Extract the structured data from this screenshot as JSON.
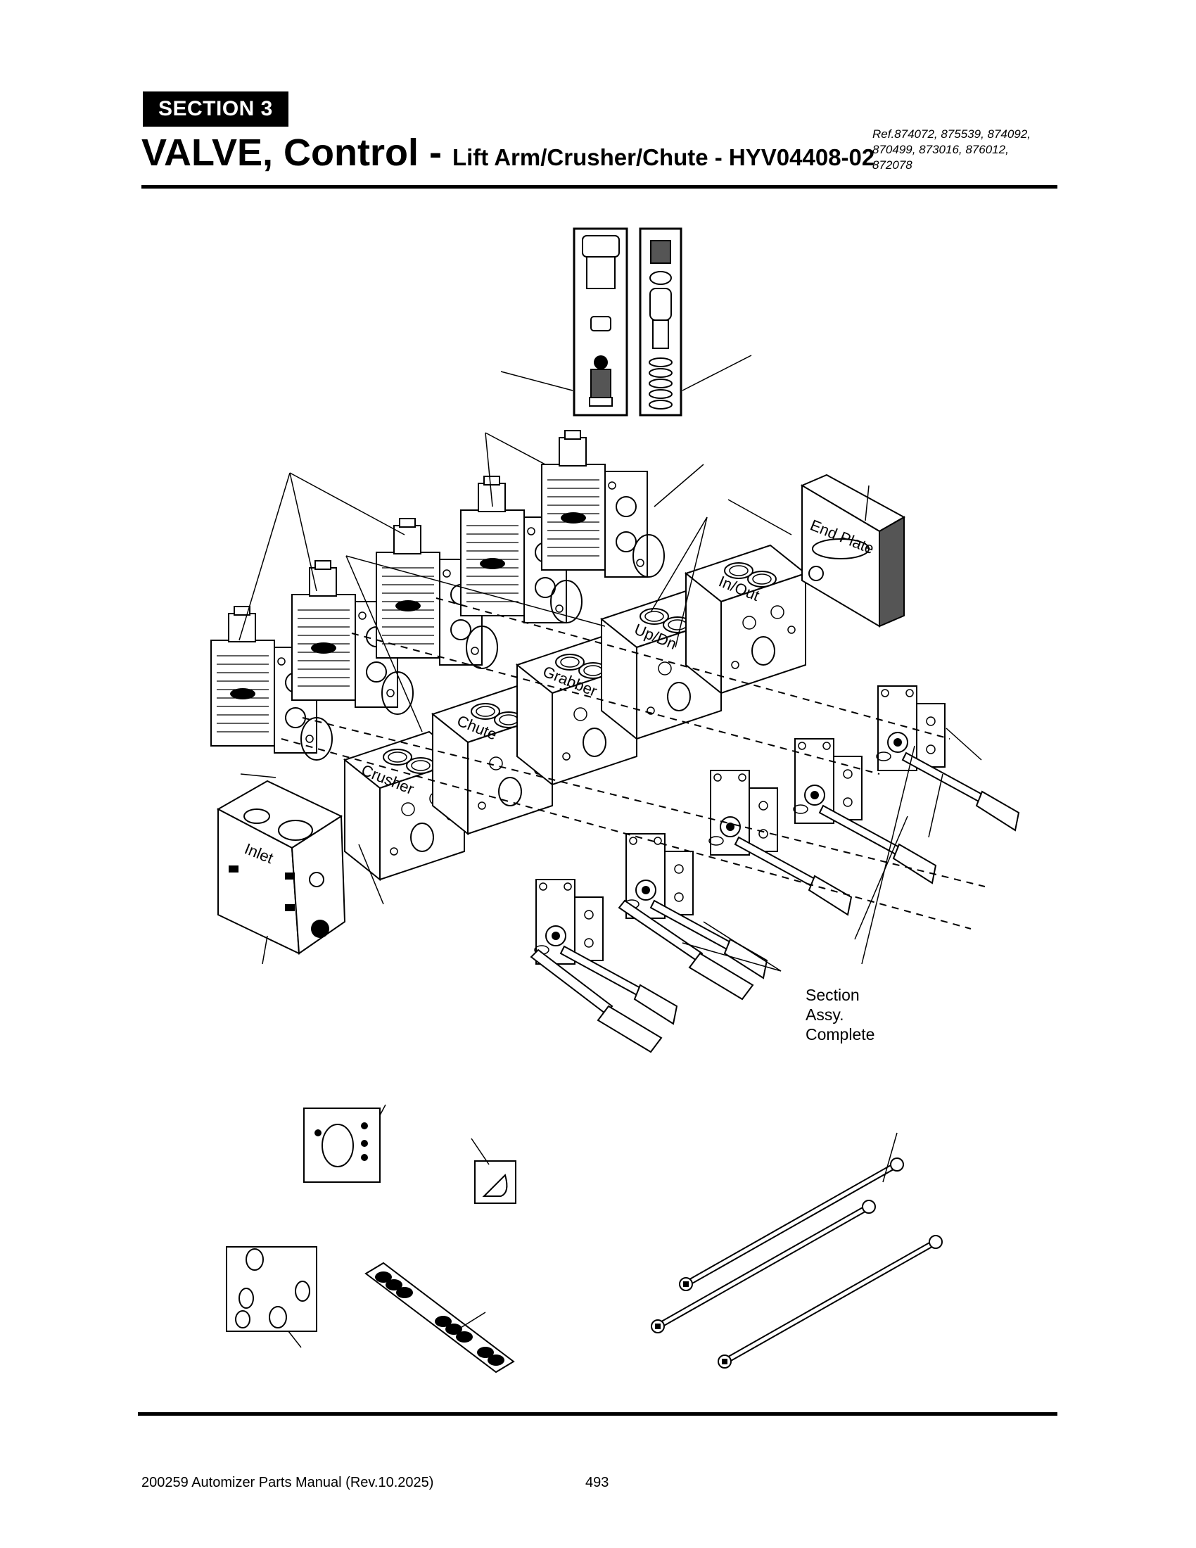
{
  "header": {
    "section_label": "SECTION  3",
    "title_main": "VALVE, Control - ",
    "title_sub": "Lift Arm/Crusher/Chute - HYV04408-02",
    "ref_line1": "Ref.874072, 875539, 874092,",
    "ref_line2": "870499, 873016, 876012,",
    "ref_line3": "872078"
  },
  "diagram": {
    "section_labels": {
      "inlet": "Inlet",
      "crusher": "Crusher",
      "chute": "Chute",
      "grabber": "Grabber",
      "up_dn": "Up/Dn",
      "in_out": "In/Out",
      "end_plate": "End Plate"
    },
    "callout": {
      "line1": "Section",
      "line2": "Assy.",
      "line3": "Complete"
    }
  },
  "footer": {
    "manual": "200259 Automizer Parts Manual (Rev.10.2025)",
    "page": "493"
  }
}
